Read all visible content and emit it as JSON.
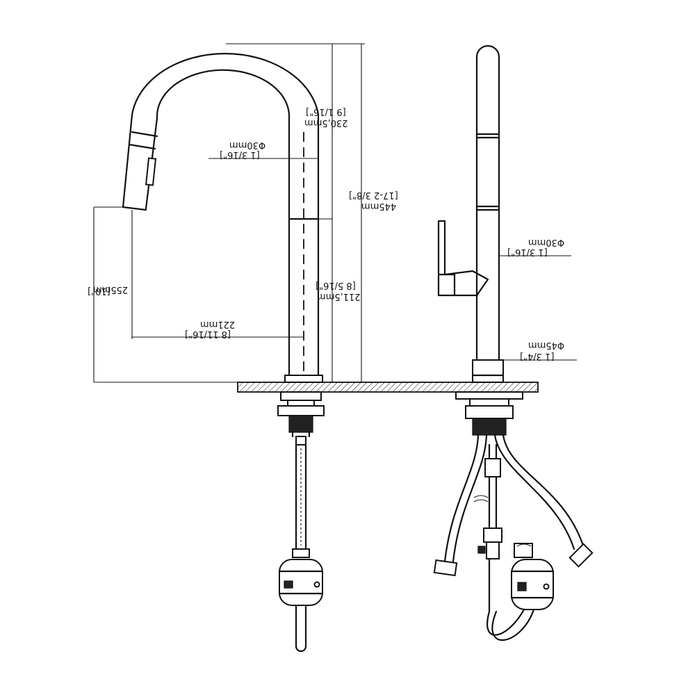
{
  "dimensions": {
    "total_height_mm": "445mm",
    "total_height_in": "[17-2 3/8\"]",
    "spout_top_mm": "230,5mm",
    "spout_top_in": "[9 1/16\"]",
    "spout_lower_mm": "211,5mm",
    "spout_lower_in": "[8 5/16\"]",
    "spout_diameter_mm": "Φ30mm",
    "spout_diameter_in": "[1 3/16\"]",
    "reach_mm": "221mm",
    "reach_in": "[8 11/16\"]",
    "spray_height_mm": "255mm",
    "spray_height_in": "[10\"]",
    "side_diameter_mm": "Φ30mm",
    "side_diameter_in": "[1 3/16\"]",
    "base_diameter_mm": "Φ45mm",
    "base_diameter_in": "[1 3/4\"]"
  }
}
